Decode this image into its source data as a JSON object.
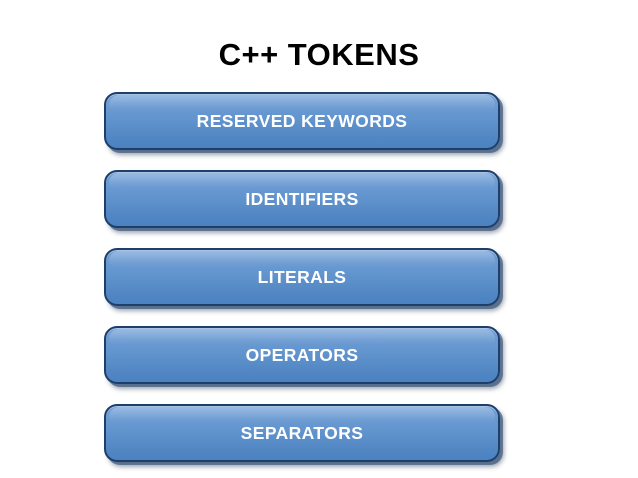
{
  "slide": {
    "title": "C++ TOKENS",
    "background_color": "#ffffff",
    "title_color": "#000000"
  },
  "tokens": {
    "box_fill_top_color": "#74a1d6",
    "box_fill_bottom_color": "#4c82c0",
    "box_border_color": "#1f3f6b",
    "box_label_color": "#ffffff",
    "items": [
      {
        "label": "RESERVED KEYWORDS"
      },
      {
        "label": "IDENTIFIERS"
      },
      {
        "label": "LITERALS"
      },
      {
        "label": "OPERATORS"
      },
      {
        "label": "SEPARATORS"
      }
    ]
  }
}
